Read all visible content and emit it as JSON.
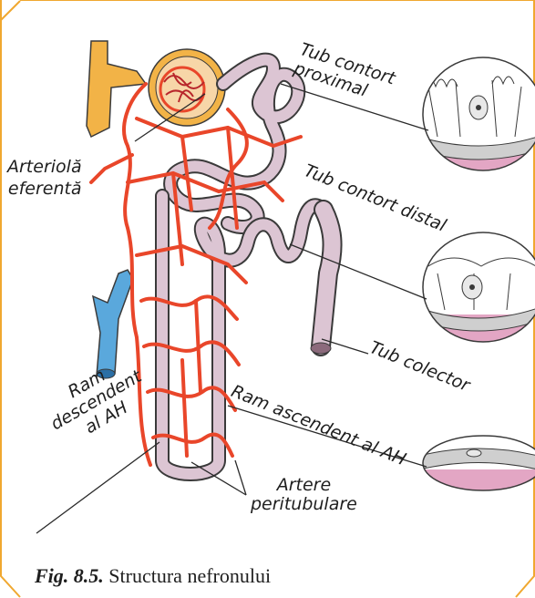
{
  "labels": {
    "tub_contort_proximal": "Tub contort\nproximal",
    "arteriola_eferenta": "Arteriolă\neferentă",
    "tub_contort_distal": "Tub contort distal",
    "tub_colector": "Tub colector",
    "ram_descendent": "Ram\ndescendent\nal AH",
    "ram_ascendent": "Ram ascendent al AH",
    "artere_peritubulare": "Artere\nperitubulare"
  },
  "caption": {
    "number": "Fig. 8.5.",
    "text": "Structura nefronului"
  },
  "colors": {
    "frame": "#f0a830",
    "tubule": "#dcc5d3",
    "tubule_outline": "#3a3a3a",
    "vessel": "#e9462a",
    "vein": "#5aa8dc",
    "artery_trunk": "#f2b347",
    "tissue": "#e3a6c4",
    "cell": "#e8e8e8"
  }
}
